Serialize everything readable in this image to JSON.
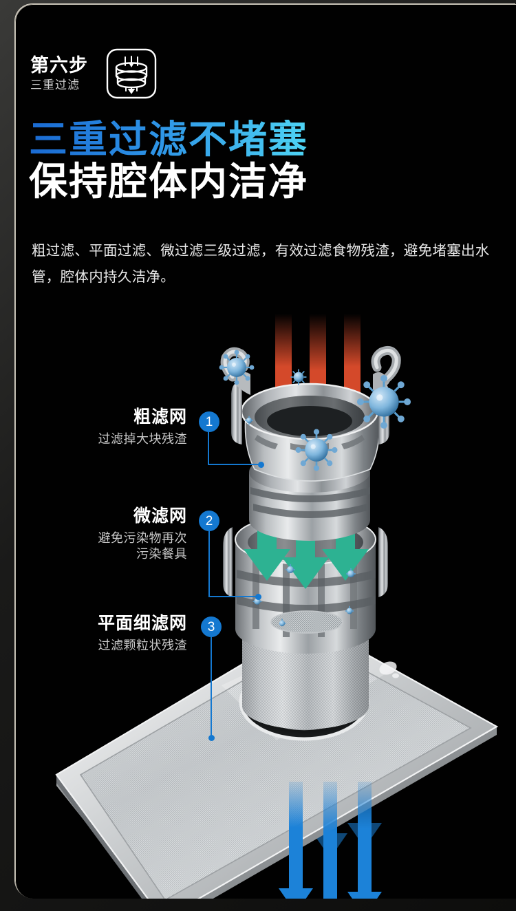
{
  "page": {
    "background_color": "#010101",
    "accent_blue": "#1478d0",
    "headline_gradient_from": "#1a6ad2",
    "headline_gradient_to": "#4ed4f4",
    "arrow_red": "#d4492a",
    "arrow_teal": "#2db292",
    "arrow_blue": "#1c82d8"
  },
  "header": {
    "step_title": "第六步",
    "step_subtitle": "三重过滤",
    "icon_name": "triple-filter-stack-icon"
  },
  "headline": {
    "line1": "三重过滤不堵塞",
    "line2": "保持腔体内洁净"
  },
  "body": {
    "paragraph": "粗过滤、平面过滤、微过滤三级过滤，有效过滤食物残渣，避免堵塞出水管，腔体内持久洁净。"
  },
  "callouts": [
    {
      "number": "1",
      "title": "粗滤网",
      "subtitle": "过滤掉大块残渣"
    },
    {
      "number": "2",
      "title": "微滤网",
      "subtitle": "避免污染物再次\n污染餐具"
    },
    {
      "number": "3",
      "title": "平面细滤网",
      "subtitle": "过滤颗粒状残渣"
    }
  ],
  "illustration": {
    "name": "three-stage-dishwasher-filter-diagram",
    "parts": [
      "coarse-filter-basket",
      "micro-filter-cylinder",
      "flat-fine-mesh-plate"
    ],
    "flow_arrows": {
      "top_red_count": 3,
      "middle_teal_count": 3,
      "bottom_blue_count": 3
    },
    "germ_particle_count": 8
  }
}
